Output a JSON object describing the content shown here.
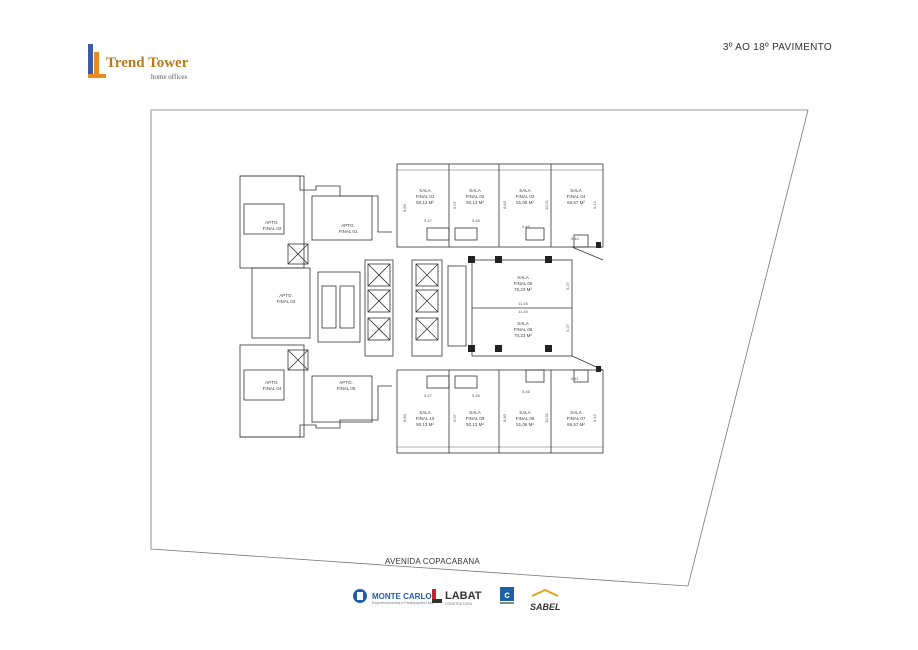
{
  "header": {
    "brand_name": "Trend Tower",
    "brand_tagline": "home offices",
    "floor_label": "3º AO 18º PAVIMENTO"
  },
  "plan": {
    "street_name": "AVENIDA COPACABANA",
    "apartments": [
      {
        "line1": "APTO.",
        "line2": "FINAL 02"
      },
      {
        "line1": "APTO.",
        "line2": "FINAL 01"
      },
      {
        "line1": "APTO.",
        "line2": "FINAL 03"
      },
      {
        "line1": "APTO.",
        "line2": "FINAL 04"
      },
      {
        "line1": "APTO.",
        "line2": "FINAL 05"
      }
    ],
    "rooms": [
      {
        "line1": "SALA",
        "line2": "FINAL 01",
        "area": "50,13 M²"
      },
      {
        "line1": "SALA",
        "line2": "FINAL 02",
        "area": "50,13 M²"
      },
      {
        "line1": "SALA",
        "line2": "FINAL 03",
        "area": "51,06 M²"
      },
      {
        "line1": "SALA",
        "line2": "FINAL 04",
        "area": "66,57 M²"
      },
      {
        "line1": "SALA",
        "line2": "FINAL 05",
        "area": "70,23 M²"
      },
      {
        "line1": "SALA",
        "line2": "FINAL 06",
        "area": "70,23 M²"
      },
      {
        "line1": "SALA",
        "line2": "FINAL 10",
        "area": "50,13 M²"
      },
      {
        "line1": "SALA",
        "line2": "FINAL 09",
        "area": "50,13 M²"
      },
      {
        "line1": "SALA",
        "line2": "FINAL 08",
        "area": "51,06 M²"
      },
      {
        "line1": "SALA",
        "line2": "FINAL 07",
        "area": "66,57 M²"
      }
    ],
    "dimensions": {
      "d880": "8,80",
      "d607": "6,07",
      "d1031": "10,31",
      "d612": "6,12",
      "d547": "5,47",
      "d546": "5,46",
      "d542": "5,42",
      "d541": "5,41",
      "d527": "5,27",
      "d1145": "11,45"
    }
  },
  "partners": [
    {
      "name": "MONTE CARLO",
      "sub": "Empreendimentos e Participações Ltda",
      "color": "#1f5fa8"
    },
    {
      "name": "LABAT",
      "sub": "CONSTRUTORA",
      "color": "#333333"
    },
    {
      "name": "",
      "sub": "",
      "color": "#1f5fa8"
    },
    {
      "name": "SABEL",
      "sub": "",
      "color": "#333333"
    }
  ]
}
